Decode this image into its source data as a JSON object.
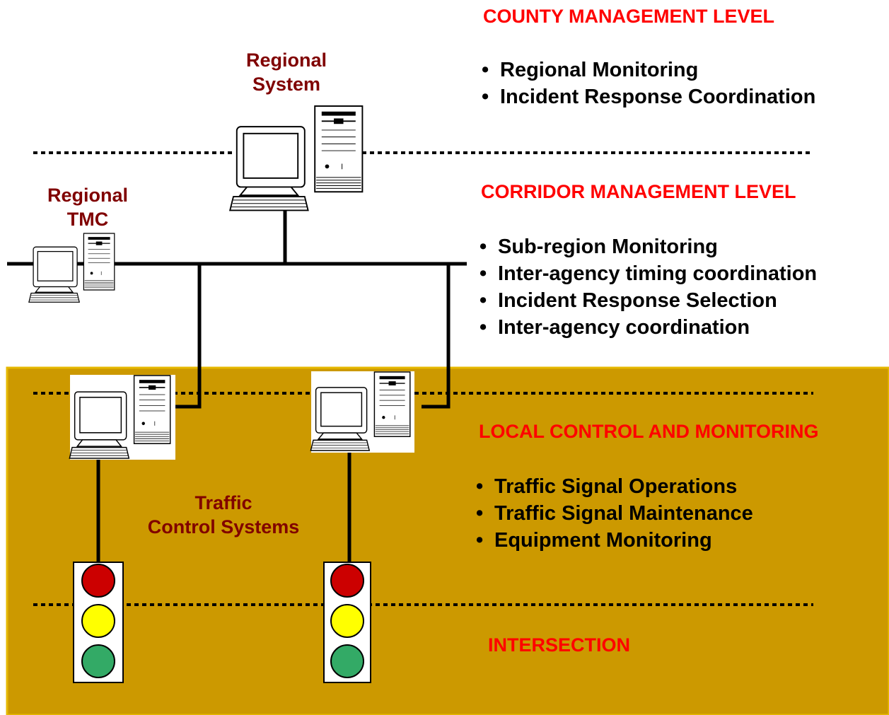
{
  "levels": {
    "county": "COUNTY MANAGEMENT LEVEL",
    "corridor": "CORRIDOR MANAGEMENT LEVEL",
    "local": "LOCAL CONTROL AND MONITORING",
    "intersection": "INTERSECTION"
  },
  "nodes": {
    "regional_system": [
      "Regional",
      "System"
    ],
    "regional_tmc": [
      "Regional",
      "TMC"
    ],
    "traffic_control": [
      "Traffic",
      "Control Systems"
    ]
  },
  "bullets": {
    "county": [
      "Regional Monitoring",
      "Incident Response Coordination"
    ],
    "corridor": [
      "Sub-region Monitoring",
      "Inter-agency timing coordination",
      "Incident Response Selection",
      "Inter-agency coordination"
    ],
    "local": [
      "Traffic Signal Operations",
      "Traffic Signal Maintenance",
      "Equipment Monitoring"
    ]
  },
  "colors": {
    "band_fill": "#cc9900",
    "band_edge": "#e6b800",
    "level_text": "#ff0000",
    "node_text": "#800000",
    "signal_red": "#cc0000",
    "signal_yellow": "#ffff00",
    "signal_green": "#33aa66"
  },
  "icons": [
    "workstation-icon",
    "traffic-light-icon"
  ]
}
